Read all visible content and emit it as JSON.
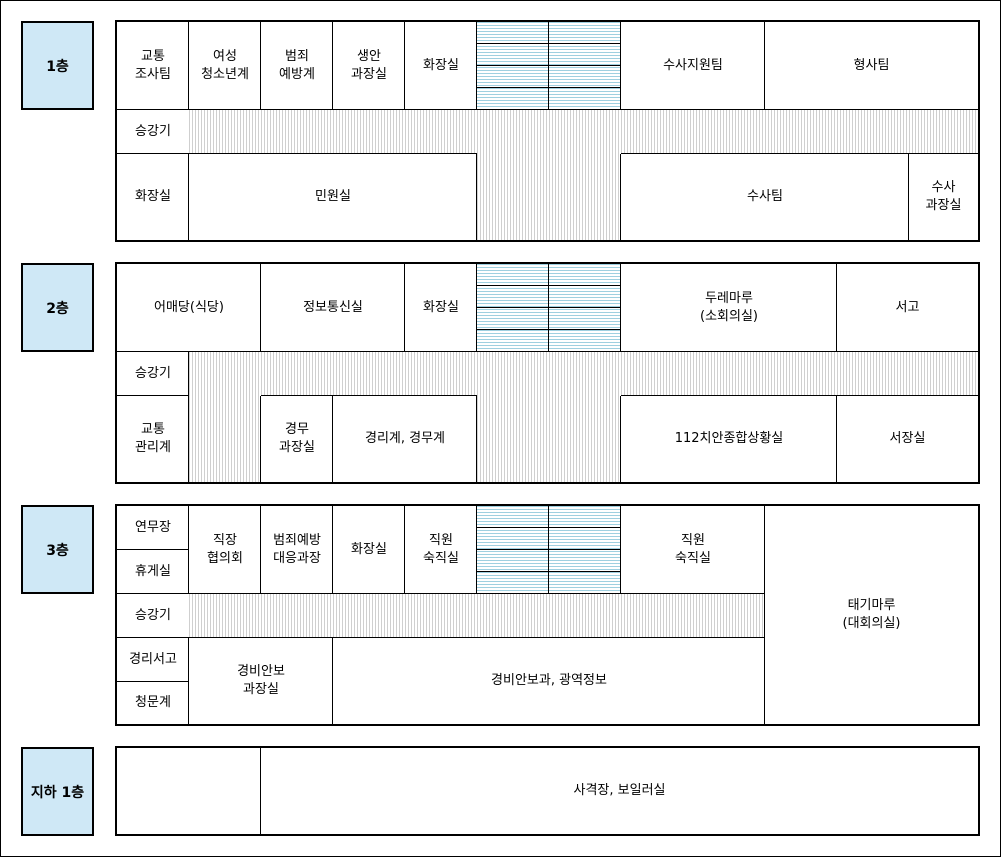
{
  "floors": {
    "f1": {
      "label": "1층",
      "rooms": {
        "traffic_investigation": "교통\n조사팀",
        "women_youth": "여성\n청소년계",
        "crime_prevention": "범죄\n예방계",
        "safety_chief": "생안\n과장실",
        "restroom": "화장실",
        "investigation_support": "수사지원팀",
        "criminal_team": "형사팀",
        "elevator": "승강기",
        "restroom2": "화장실",
        "civil_affairs": "민원실",
        "investigation_team": "수사팀",
        "investigation_chief": "수사\n과장실"
      }
    },
    "f2": {
      "label": "2층",
      "rooms": {
        "cafeteria": "어매당(식당)",
        "info_comm": "정보통신실",
        "restroom": "화장실",
        "durae_maru": "두레마루\n(소회의실)",
        "archive": "서고",
        "elevator": "승강기",
        "traffic_management": "교통\n관리계",
        "police_affairs_chief": "경무\n과장실",
        "accounting_affairs": "경리계, 경무계",
        "situation_room_112": "112치안종합상황실",
        "chief_office": "서장실"
      }
    },
    "f3": {
      "label": "3층",
      "rooms": {
        "training_room": "연무장",
        "lounge": "휴게실",
        "workplace_council": "직장\n협의회",
        "crime_response_chief": "범죄예방\n대응과장",
        "restroom": "화장실",
        "night_duty_1": "직원\n숙직실",
        "night_duty_2": "직원\n숙직실",
        "taegi_maru": "태기마루\n(대회의실)",
        "elevator": "승강기",
        "accounting_archive": "경리서고",
        "complaint_unit": "청문계",
        "security_chief": "경비안보\n과장실",
        "security_division": "경비안보과, 광역정보"
      }
    },
    "b1": {
      "label": "지하 1층",
      "rooms": {
        "shooting_range": "사격장, 보일러실"
      }
    }
  }
}
